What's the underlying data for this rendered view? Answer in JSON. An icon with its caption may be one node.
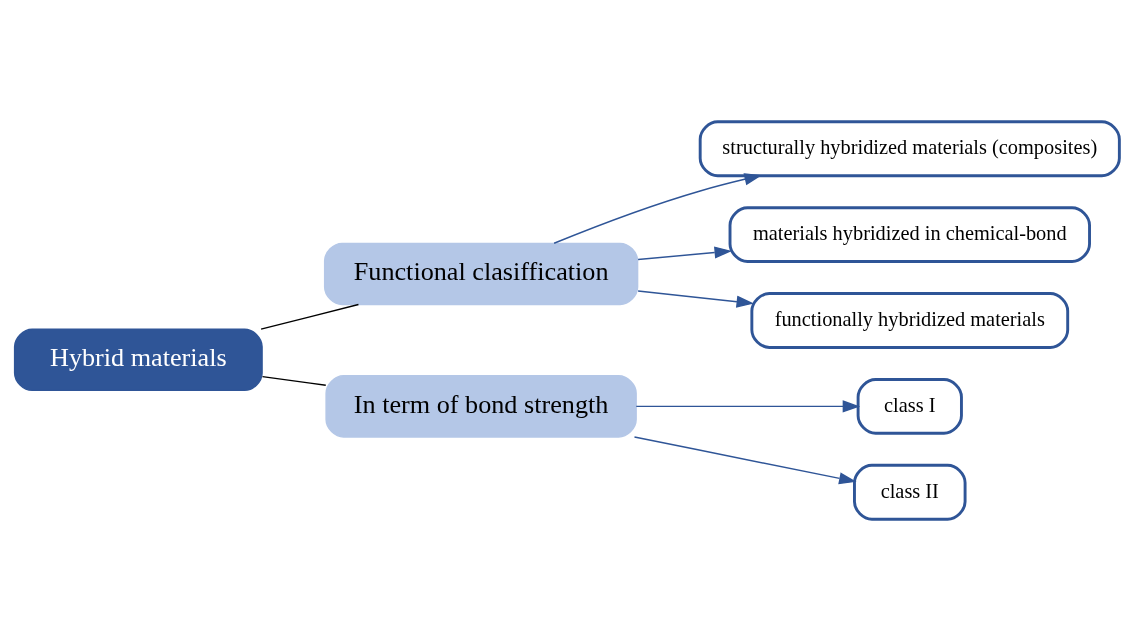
{
  "diagram": {
    "nodes": [
      {
        "text": [
          "Hybrid materials"
        ]
      },
      {
        "text": [
          "Functional clasiffication"
        ]
      },
      {
        "text": [
          "structurally hybridized materials (composites)"
        ]
      },
      {
        "text": [
          "materials hybridized in chemical-bond"
        ]
      },
      {
        "text": [
          "functionally hybridized materials"
        ]
      },
      {
        "text": [
          "In term of bond strength"
        ]
      },
      {
        "text": [
          "class I"
        ]
      },
      {
        "text": [
          "class II"
        ]
      }
    ],
    "edges": [
      {
        "from": 0,
        "to": 1,
        "arrow": "none",
        "color": "#000000"
      },
      {
        "from": 0,
        "to": 5,
        "arrow": "none",
        "color": "#000000"
      },
      {
        "from": 1,
        "to": 2,
        "arrow": "to"
      },
      {
        "from": 1,
        "to": 3,
        "arrow": "to"
      },
      {
        "from": 1,
        "to": 4,
        "arrow": "to"
      },
      {
        "from": 5,
        "to": 6,
        "arrow": "to"
      },
      {
        "from": 5,
        "to": 7,
        "arrow": "to"
      }
    ]
  }
}
